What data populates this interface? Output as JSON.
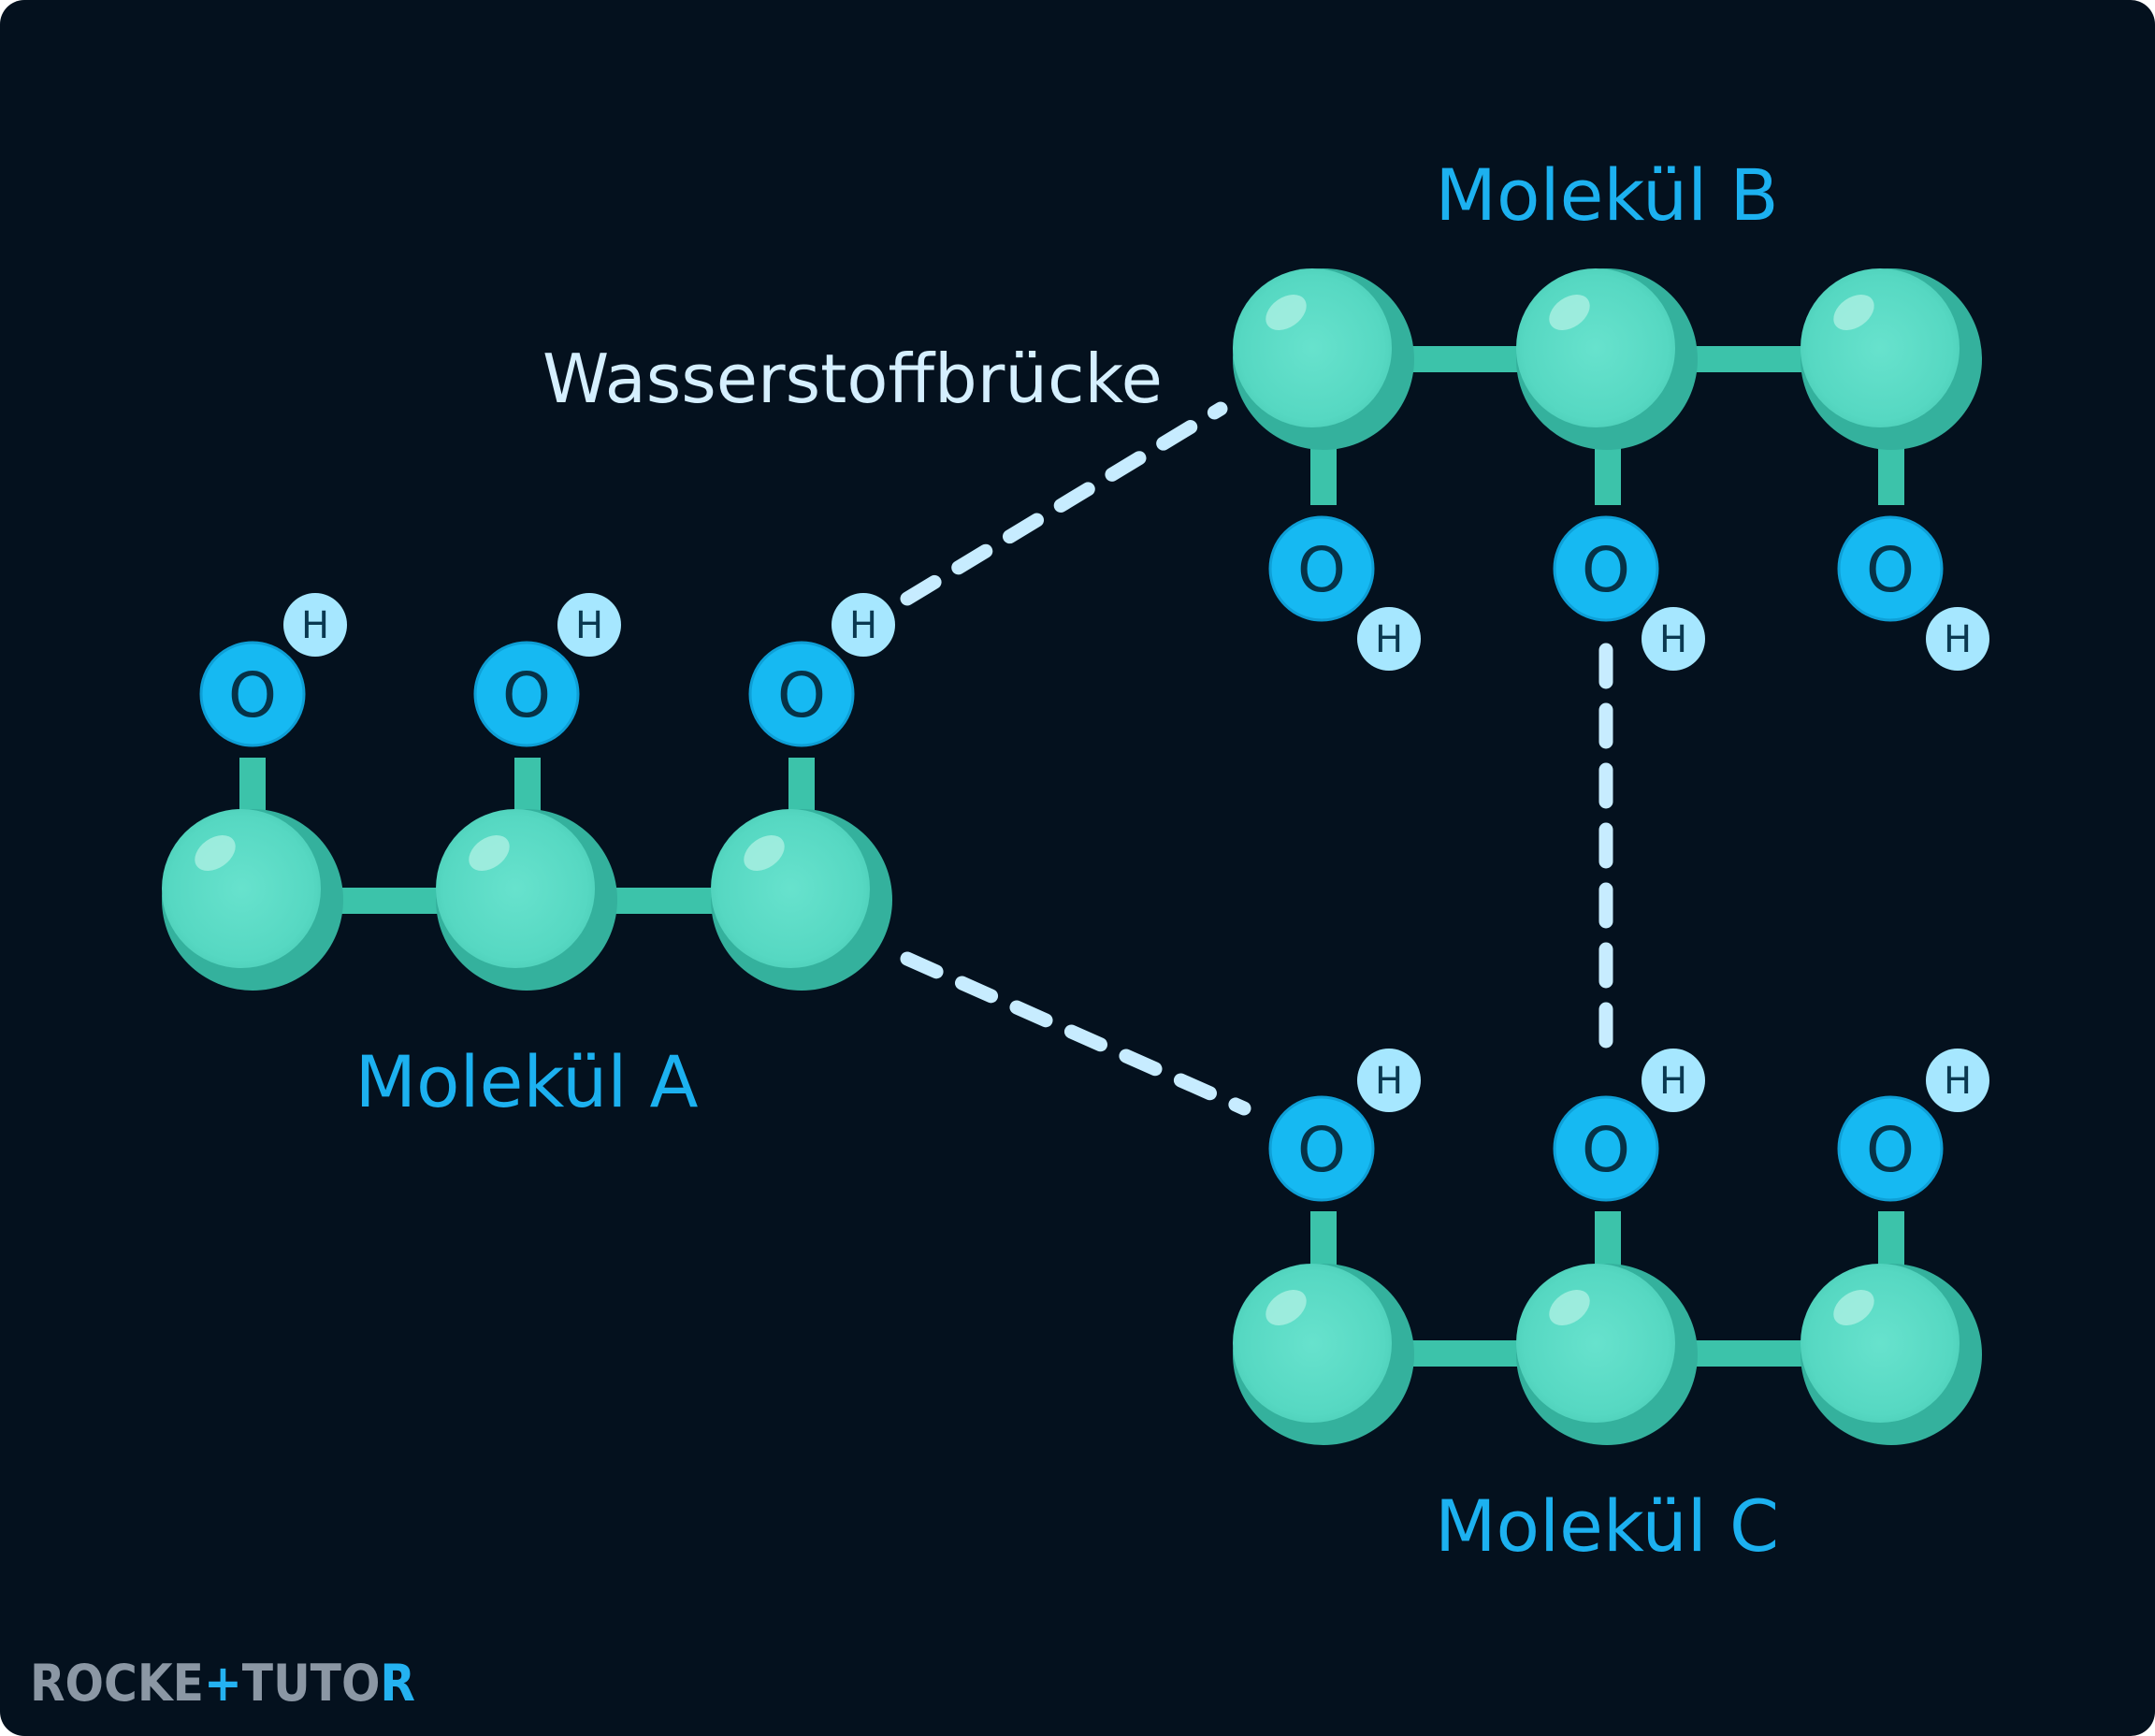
{
  "labels": {
    "bond_label": "Wasserstoffbrücke",
    "molecule_a": "Molekül A",
    "molecule_b": "Molekül B",
    "molecule_c": "Molekül C"
  },
  "atoms": {
    "oxygen": "O",
    "hydrogen": "H"
  },
  "brand": {
    "part1": "ROCKE",
    "part2": "TUTO",
    "part3": "R"
  },
  "colors": {
    "background": "#04111e",
    "carbon": "#59d9c3",
    "carbon_shade": "#35b4a0",
    "bond": "#3cc3aa",
    "oxygen": "#16b9f2",
    "hydrogen": "#a6e7ff",
    "hbond_dash": "#c7ecff",
    "molecule_label": "#1cb1f0",
    "bond_label": "#d5efff",
    "brand_grey": "#8b97a4",
    "brand_blue": "#24b2f1"
  }
}
